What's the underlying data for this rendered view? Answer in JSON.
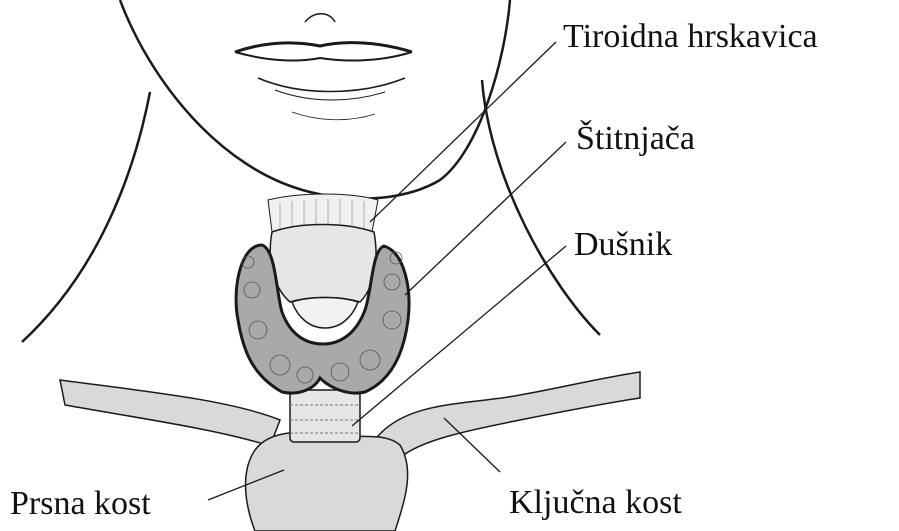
{
  "labels": {
    "thyroid_cartilage": "Tiroidna hrskavica",
    "thyroid_gland": "Štitnjača",
    "trachea": "Dušnik",
    "sternum": "Prsna kost",
    "clavicle": "Ključna kost"
  },
  "colors": {
    "line": "#1a1a1a",
    "bone": "#d9d9d9",
    "gland": "#a9a9a9",
    "cartilage": "#e6e6e6",
    "background": "#ffffff"
  }
}
